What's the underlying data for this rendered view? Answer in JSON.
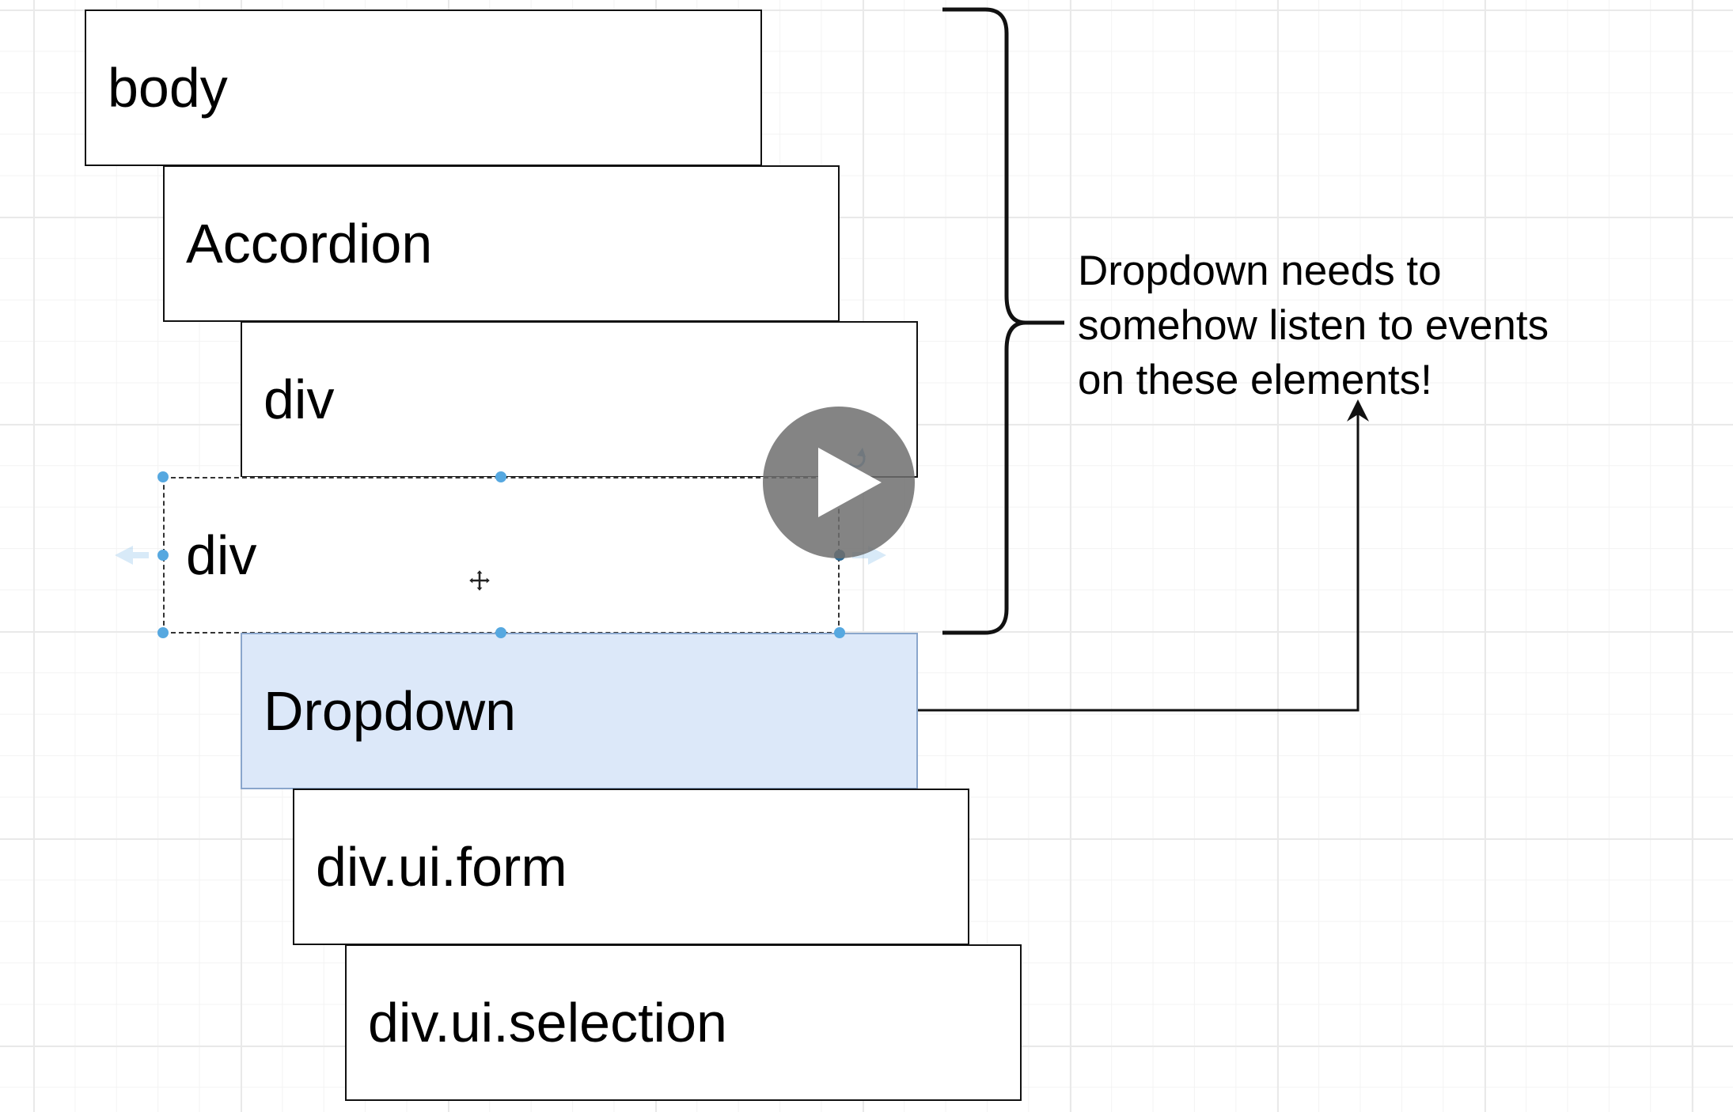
{
  "diagram": {
    "boxes": {
      "body": "body",
      "accordion": "Accordion",
      "div_1": "div",
      "div_2": "div",
      "dropdown": "Dropdown",
      "div_ui_form": "div.ui.form",
      "div_ui_selection": "div.ui.selection"
    },
    "annotation": {
      "line_1": "Dropdown needs to",
      "line_2": "somehow listen to events",
      "line_3": "on these elements!"
    }
  },
  "colors": {
    "highlight_fill": "#dce8f9",
    "selection_handle": "#56a8e0",
    "play_overlay": "#6e6e6e"
  },
  "icons": [
    "play-icon",
    "move-cursor-icon",
    "rotate-handle-icon",
    "left-arrow-icon",
    "right-arrow-icon"
  ]
}
